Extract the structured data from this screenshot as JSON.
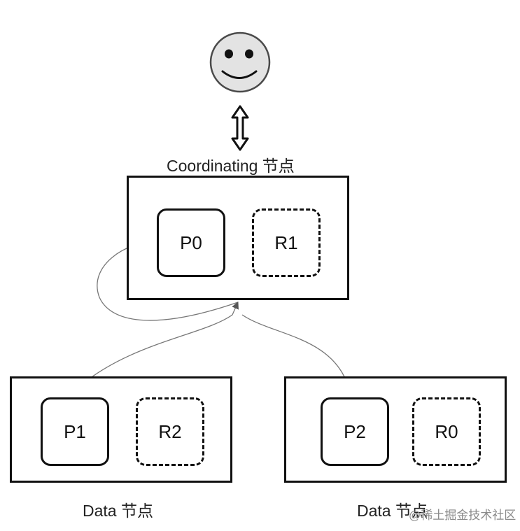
{
  "diagram": {
    "user": {
      "icon": "smiley-face-icon"
    },
    "coordinating_node": {
      "label": "Coordinating 节点",
      "shards": [
        {
          "name": "P0",
          "kind": "primary"
        },
        {
          "name": "R1",
          "kind": "replica"
        }
      ]
    },
    "data_nodes": [
      {
        "label": "Data 节点",
        "shards": [
          {
            "name": "P1",
            "kind": "primary"
          },
          {
            "name": "R2",
            "kind": "replica"
          }
        ]
      },
      {
        "label": "Data 节点",
        "shards": [
          {
            "name": "P2",
            "kind": "primary"
          },
          {
            "name": "R0",
            "kind": "replica"
          }
        ]
      }
    ],
    "watermark": "@稀土掘金技术社区"
  }
}
